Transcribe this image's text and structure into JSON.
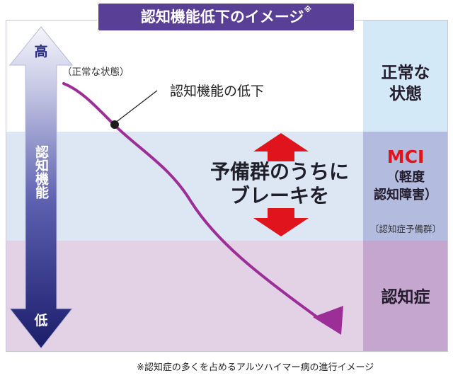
{
  "title": "認知機能低下のイメージ",
  "title_mark": "※",
  "axis": {
    "high": "高",
    "low": "低",
    "label": "認知機能"
  },
  "curve": {
    "start_label": "（正常な状態）",
    "decline_label": "認知機能の低下"
  },
  "center_text": {
    "line1": "予備群のうちに",
    "line2": "ブレーキを"
  },
  "zones": {
    "normal": {
      "line1": "正常な",
      "line2": "状態"
    },
    "mci": {
      "name": "MCI",
      "detail_line1": "（軽度",
      "detail_line2": "認知障害）",
      "sub": "〔認知症予備群〕"
    },
    "dementia": {
      "label": "認知症"
    }
  },
  "footnote": "※認知症の多くを占めるアルツハイマー病の進行イメージ",
  "colors": {
    "title_bg": "#5a3f97",
    "curve": "#9c2e97",
    "arrow_red": "#e0141c",
    "axis_top": "#f1f2fa",
    "axis_bottom": "#1d1f6e",
    "mci_text": "#e0141c"
  }
}
